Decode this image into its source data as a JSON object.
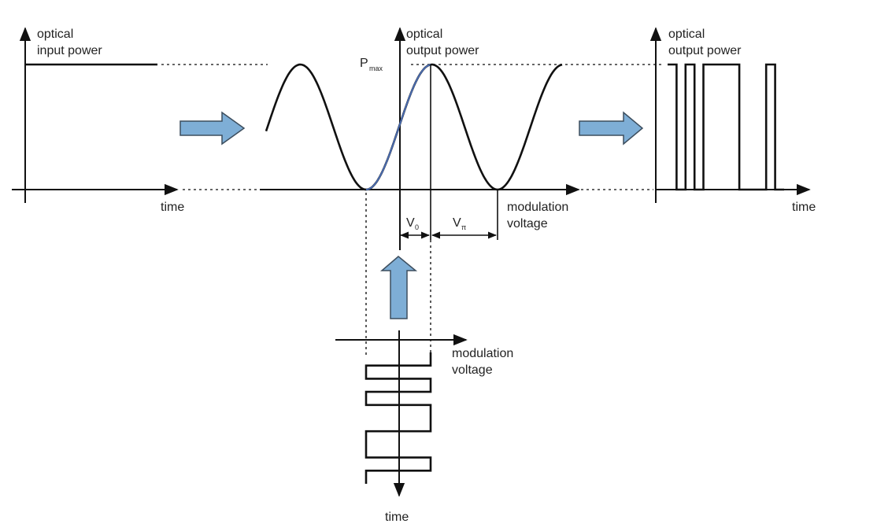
{
  "panels": {
    "input": {
      "y_label_line1": "optical",
      "y_label_line2": "input power",
      "x_label": "time"
    },
    "transfer": {
      "y_label_line1": "optical",
      "y_label_line2": "output power",
      "x_label_line1": "modulation",
      "x_label_line2": "voltage",
      "pmax_main": "P",
      "pmax_sub": "max",
      "v0_main": "V",
      "v0_sub": "0",
      "vpi_main": "V",
      "vpi_sub": "π"
    },
    "output": {
      "y_label_line1": "optical",
      "y_label_line2": "output power",
      "x_label": "time"
    },
    "drive": {
      "x_label_line1": "modulation",
      "x_label_line2": "voltage",
      "y_label": "time"
    }
  },
  "output_bits": [
    1,
    0,
    1,
    0,
    1,
    1,
    1,
    1,
    0,
    0,
    0,
    1,
    0
  ],
  "drive_bits": [
    1,
    0,
    1,
    0,
    1,
    1,
    0,
    0,
    1,
    0
  ],
  "colors": {
    "arrow_fill": "#7eaed6",
    "arrow_stroke": "#3d4e5e",
    "bias_curve": "#4a6cb0",
    "ink": "#111111"
  }
}
